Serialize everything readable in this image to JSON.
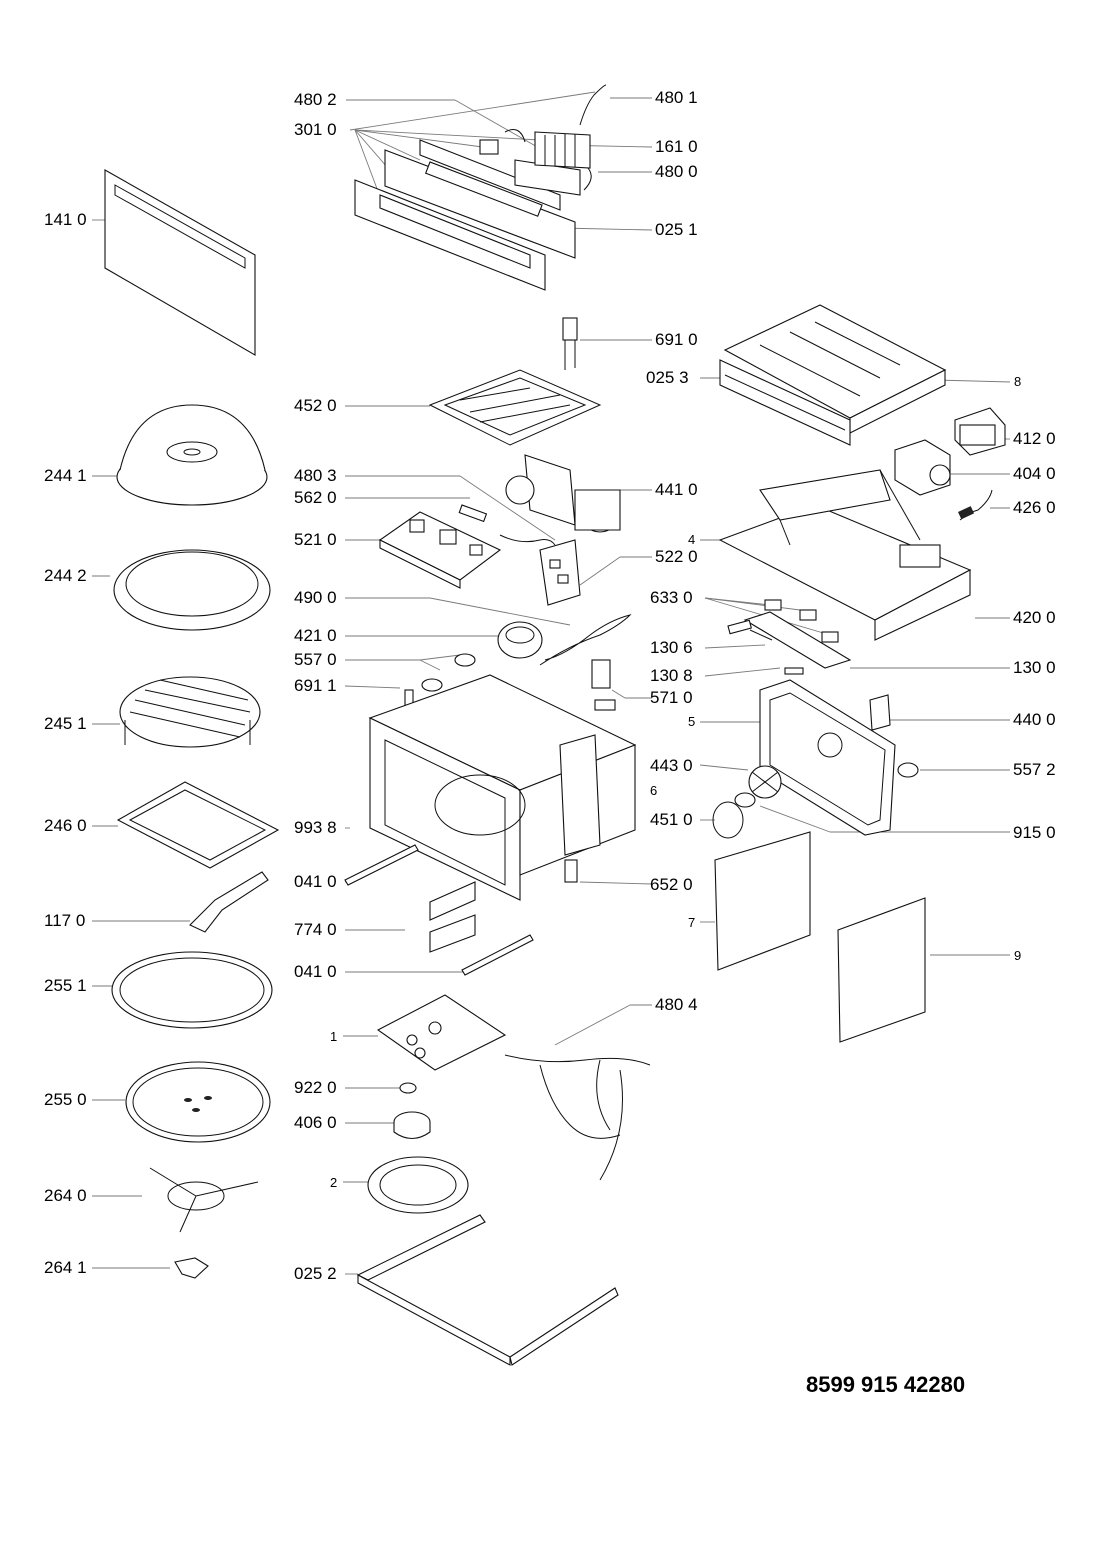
{
  "document_number": "8599 915 42280",
  "labels": [
    {
      "id": "l-4802",
      "text": "480 2"
    },
    {
      "id": "l-4801",
      "text": "480 1"
    },
    {
      "id": "l-3010",
      "text": "301 0"
    },
    {
      "id": "l-1610",
      "text": "161 0"
    },
    {
      "id": "l-4800",
      "text": "480 0"
    },
    {
      "id": "l-1410",
      "text": "141 0"
    },
    {
      "id": "l-0251",
      "text": "025 1"
    },
    {
      "id": "l-6910",
      "text": "691 0"
    },
    {
      "id": "l-0253",
      "text": "025 3"
    },
    {
      "id": "l-8",
      "text": "8"
    },
    {
      "id": "l-4520",
      "text": "452 0"
    },
    {
      "id": "l-4120",
      "text": "412 0"
    },
    {
      "id": "l-2441",
      "text": "244 1"
    },
    {
      "id": "l-4040",
      "text": "404 0"
    },
    {
      "id": "l-4803",
      "text": "480 3"
    },
    {
      "id": "l-4410",
      "text": "441 0"
    },
    {
      "id": "l-5620",
      "text": "562 0"
    },
    {
      "id": "l-4260",
      "text": "426 0"
    },
    {
      "id": "l-5210",
      "text": "521 0"
    },
    {
      "id": "l-4",
      "text": "4"
    },
    {
      "id": "l-5220",
      "text": "522 0"
    },
    {
      "id": "l-2442",
      "text": "244 2"
    },
    {
      "id": "l-4900",
      "text": "490 0"
    },
    {
      "id": "l-6330",
      "text": "633 0"
    },
    {
      "id": "l-4200",
      "text": "420 0"
    },
    {
      "id": "l-4210",
      "text": "421 0"
    },
    {
      "id": "l-1306",
      "text": "130 6"
    },
    {
      "id": "l-5570",
      "text": "557 0"
    },
    {
      "id": "l-1308",
      "text": "130 8"
    },
    {
      "id": "l-1300",
      "text": "130 0"
    },
    {
      "id": "l-6911",
      "text": "691 1"
    },
    {
      "id": "l-5710",
      "text": "571 0"
    },
    {
      "id": "l-2451",
      "text": "245 1"
    },
    {
      "id": "l-5",
      "text": "5"
    },
    {
      "id": "l-4400",
      "text": "440 0"
    },
    {
      "id": "l-4430",
      "text": "443 0"
    },
    {
      "id": "l-5572",
      "text": "557 2"
    },
    {
      "id": "l-6",
      "text": "6"
    },
    {
      "id": "l-2460",
      "text": "246 0"
    },
    {
      "id": "l-9938",
      "text": "993 8"
    },
    {
      "id": "l-4510",
      "text": "451 0"
    },
    {
      "id": "l-9150",
      "text": "915 0"
    },
    {
      "id": "l-0410a",
      "text": "041 0"
    },
    {
      "id": "l-6520",
      "text": "652 0"
    },
    {
      "id": "l-1170",
      "text": "117 0"
    },
    {
      "id": "l-7740",
      "text": "774 0"
    },
    {
      "id": "l-7",
      "text": "7"
    },
    {
      "id": "l-9",
      "text": "9"
    },
    {
      "id": "l-2551",
      "text": "255 1"
    },
    {
      "id": "l-0410b",
      "text": "041 0"
    },
    {
      "id": "l-4804",
      "text": "480 4"
    },
    {
      "id": "l-1",
      "text": "1"
    },
    {
      "id": "l-2550",
      "text": "255 0"
    },
    {
      "id": "l-9220",
      "text": "922 0"
    },
    {
      "id": "l-4060",
      "text": "406 0"
    },
    {
      "id": "l-2",
      "text": "2"
    },
    {
      "id": "l-2640",
      "text": "264 0"
    },
    {
      "id": "l-0252",
      "text": "025 2"
    },
    {
      "id": "l-2641",
      "text": "264 1"
    }
  ]
}
